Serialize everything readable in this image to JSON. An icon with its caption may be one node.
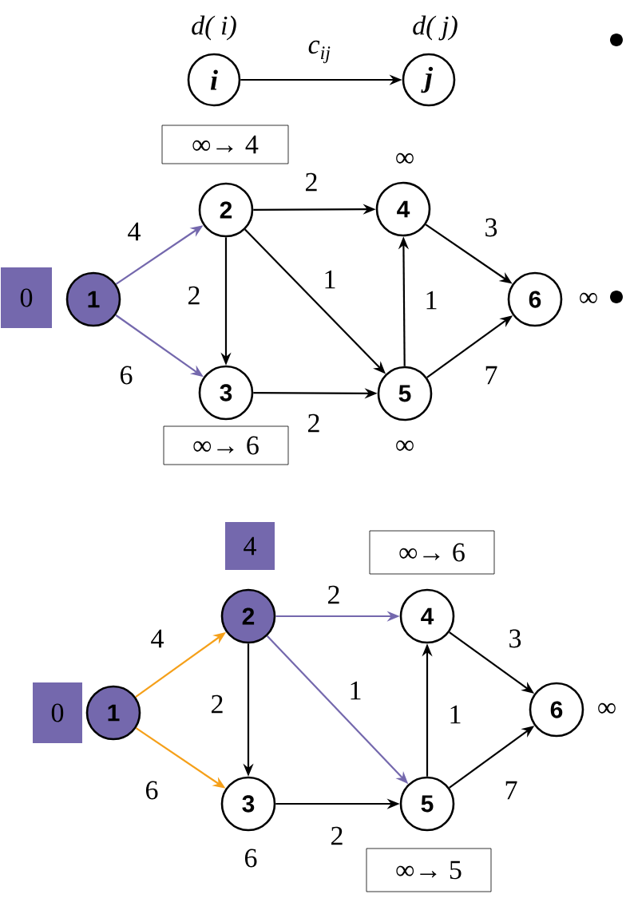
{
  "diagram": {
    "nodes": [
      {
        "text": [
          "i"
        ],
        "beside": [
          "d( i)"
        ]
      },
      {
        "text": [
          "j"
        ],
        "beside": [
          "d( j)"
        ]
      },
      {
        "text": [
          "1"
        ]
      },
      {
        "text": [
          "2"
        ]
      },
      {
        "text": [
          "3"
        ]
      },
      {
        "text": [
          "4"
        ],
        "beside": [
          "∞"
        ]
      },
      {
        "text": [
          "5"
        ],
        "beside": [
          "∞"
        ]
      },
      {
        "text": [
          "6"
        ],
        "beside": [
          "∞"
        ]
      },
      {
        "text": [
          "0"
        ]
      },
      {
        "text": [
          "∞→ 4"
        ]
      },
      {
        "text": [
          "∞→ 6"
        ]
      },
      {
        "text": [
          "1"
        ]
      },
      {
        "text": [
          "2"
        ]
      },
      {
        "text": [
          "3"
        ],
        "beside": [
          "6"
        ]
      },
      {
        "text": [
          "4"
        ]
      },
      {
        "text": [
          "5"
        ]
      },
      {
        "text": [
          "6"
        ],
        "beside": [
          "∞"
        ]
      },
      {
        "text": [
          "0"
        ]
      },
      {
        "text": [
          "4"
        ]
      },
      {
        "text": [
          "∞→ 6"
        ]
      },
      {
        "text": [
          "∞→ 5"
        ]
      }
    ],
    "edges": [
      {
        "from": 0,
        "to": 1,
        "arrow": "to",
        "label": "c$_{ij}$"
      },
      {
        "from": 2,
        "to": 3,
        "arrow": "to",
        "label": "4",
        "color": "#7468ad"
      },
      {
        "from": 2,
        "to": 4,
        "arrow": "to",
        "label": "6",
        "color": "#7468ad"
      },
      {
        "from": 3,
        "to": 5,
        "arrow": "to",
        "label": "2"
      },
      {
        "from": 3,
        "to": 4,
        "arrow": "to",
        "label": "2"
      },
      {
        "from": 3,
        "to": 6,
        "arrow": "to",
        "label": "1"
      },
      {
        "from": 4,
        "to": 6,
        "arrow": "to",
        "label": "2"
      },
      {
        "from": 6,
        "to": 5,
        "arrow": "to",
        "label": "1"
      },
      {
        "from": 5,
        "to": 7,
        "arrow": "to",
        "label": "3"
      },
      {
        "from": 6,
        "to": 7,
        "arrow": "to",
        "label": "7"
      },
      {
        "from": 11,
        "to": 12,
        "arrow": "to",
        "label": "4",
        "color": "#f5a01a"
      },
      {
        "from": 11,
        "to": 13,
        "arrow": "to",
        "label": "6",
        "color": "#f5a01a"
      },
      {
        "from": 12,
        "to": 14,
        "arrow": "to",
        "label": "2",
        "color": "#7468ad"
      },
      {
        "from": 12,
        "to": 13,
        "arrow": "to",
        "label": "2"
      },
      {
        "from": 12,
        "to": 15,
        "arrow": "to",
        "label": "1",
        "color": "#7468ad"
      },
      {
        "from": 13,
        "to": 15,
        "arrow": "to",
        "label": "2"
      },
      {
        "from": 15,
        "to": 14,
        "arrow": "to",
        "label": "1"
      },
      {
        "from": 14,
        "to": 16,
        "arrow": "to",
        "label": "3"
      },
      {
        "from": 15,
        "to": 16,
        "arrow": "to",
        "label": "7"
      }
    ]
  }
}
